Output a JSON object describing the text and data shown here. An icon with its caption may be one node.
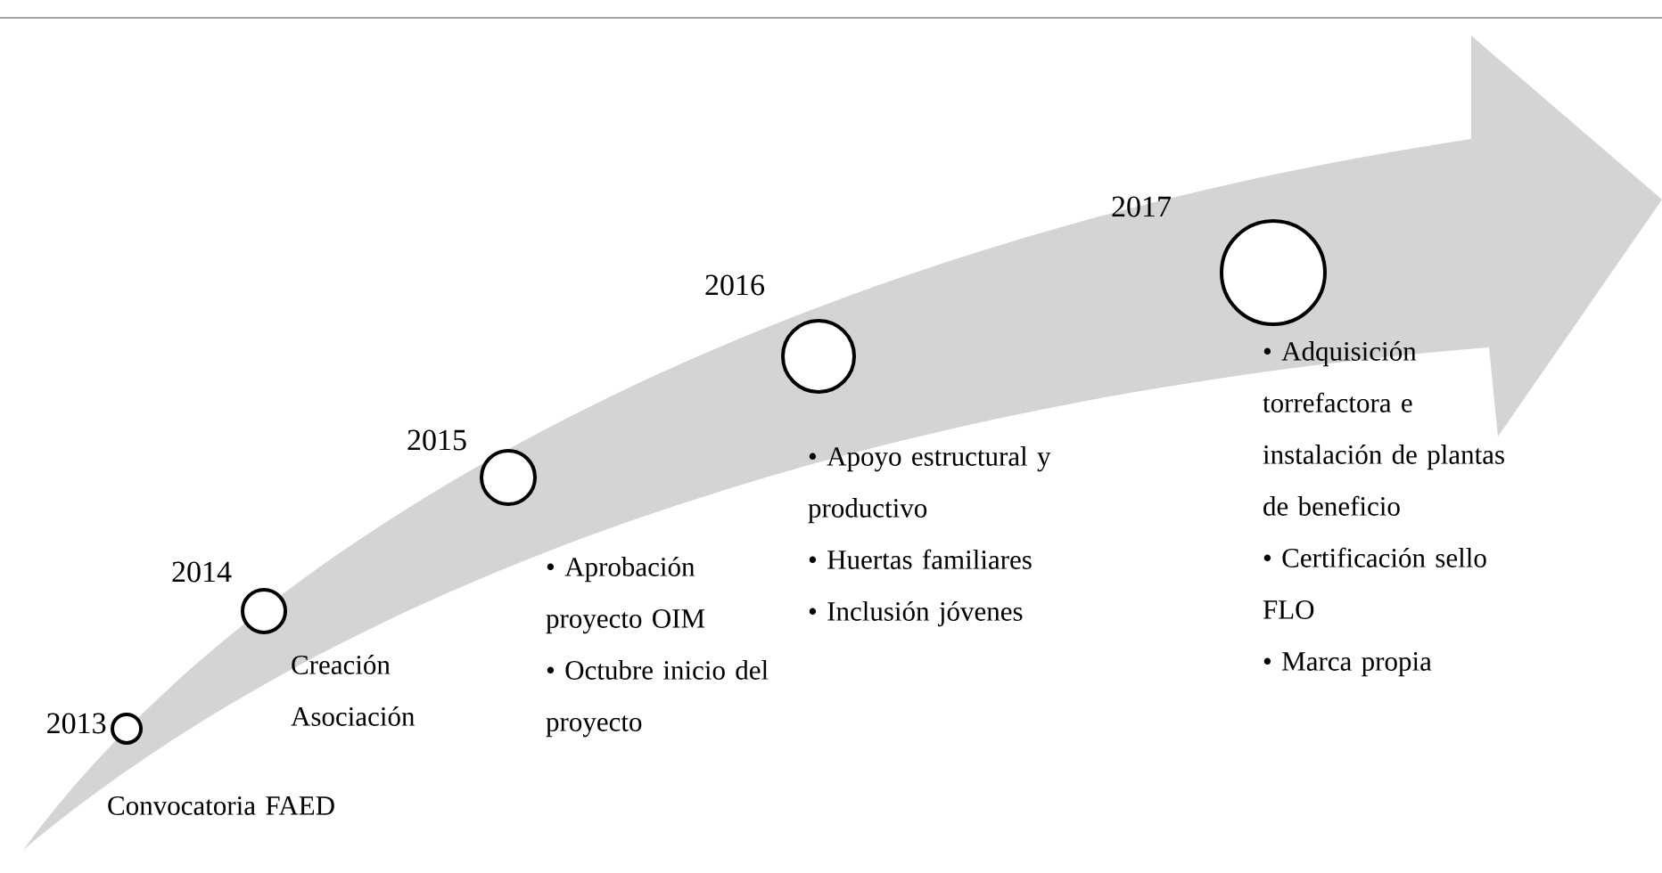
{
  "diagram": {
    "nodes": [
      {
        "text": [],
        "shape": "circle",
        "beside": [
          "2013",
          "Convocatoria FAED"
        ]
      },
      {
        "text": [],
        "shape": "circle",
        "beside": [
          "2014",
          "Creación Asociación"
        ]
      },
      {
        "text": [],
        "shape": "circle",
        "beside": [
          "2015",
          "• Aprobación proyecto OIM",
          "• Octubre inicio del proyecto"
        ]
      },
      {
        "text": [],
        "shape": "circle",
        "beside": [
          "2016",
          "• Apoyo estructural y productivo",
          "• Huertas familiares",
          "• Inclusión jóvenes"
        ]
      },
      {
        "text": [],
        "shape": "circle",
        "beside": [
          "2017",
          "• Adquisición torrefactora e instalación de plantas de beneficio",
          "• Certificación sello FLO",
          "• Marca propia"
        ]
      }
    ]
  }
}
